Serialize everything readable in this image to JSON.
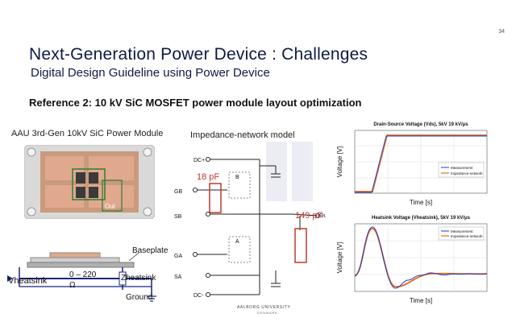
{
  "slide": {
    "page_number": "34",
    "title": "Next-Generation Power Device : Challenges",
    "subtitle": "Digital Design Guideline using Power Device",
    "reference": "Reference 2:  10 kV SiC MOSFET power module layout optimization"
  },
  "left_panel": {
    "module_label": "AAU 3rd-Gen 10kV SiC Power Module",
    "module_out_label": "Out",
    "baseplate_label": "Baseplate",
    "vheatsink_label": "Vheatsink",
    "range_label": "0 – 220",
    "omega_label": "Ω",
    "zheatsink_label": "Zheatsink",
    "ground_label": "Ground"
  },
  "circuit": {
    "title": "Impedance-network model",
    "cap_small": "18 pF",
    "cap_large": "149 pF",
    "labels": [
      "DC+",
      "DC-",
      "GB",
      "SB",
      "GA",
      "SA",
      "Out",
      "B",
      "A"
    ],
    "university": "AALBORG UNIVERSITY",
    "country": "DENMARK"
  },
  "plot_top": {
    "title": "Drain-Source Voltage (Vds), 5kV 19 kV/μs",
    "xlabel": "Time [s]",
    "ylabel": "Voltage [V]",
    "legend": [
      "Measurement",
      "Impedance-network"
    ],
    "colors": {
      "measurement": "#1f3fbf",
      "model": "#e8651c"
    }
  },
  "plot_bottom": {
    "title": "Heatsink Voltage (Vheatsink), 5kV 19 kV/μs",
    "xlabel": "Time [s]",
    "ylabel": "Voltage [V]",
    "legend": [
      "Measurement",
      "Impedance-network"
    ],
    "colors": {
      "measurement": "#1f3fbf",
      "model": "#e8651c"
    }
  }
}
